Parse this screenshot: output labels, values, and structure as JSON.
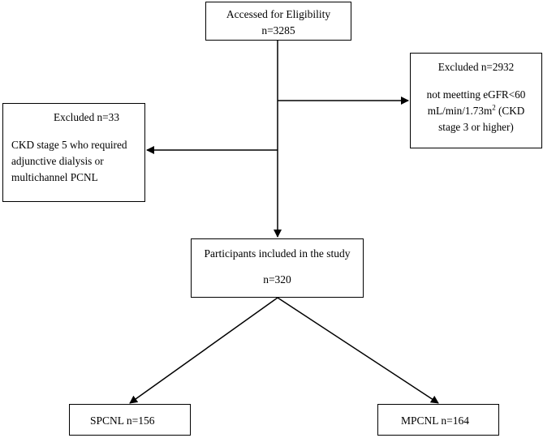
{
  "eligibility": {
    "title": "Accessed for Eligibility",
    "count": "n=3285"
  },
  "excluded_right": {
    "title": "Excluded n=2932",
    "line1": "not meetting eGFR<60",
    "line2_main": "mL/min/1.73m",
    "line2_sup": "2",
    "line2_tail": " (CKD",
    "line3": "stage 3 or higher)"
  },
  "excluded_left": {
    "title": "Excluded n=33",
    "line1": "CKD stage 5 who required",
    "line2": "adjunctive dialysis or",
    "line3": "multichannel PCNL"
  },
  "included": {
    "title": "Participants included in the study",
    "count": "n=320"
  },
  "spcnl": {
    "label": "SPCNL n=156"
  },
  "mpcnl": {
    "label": "MPCNL n=164"
  }
}
